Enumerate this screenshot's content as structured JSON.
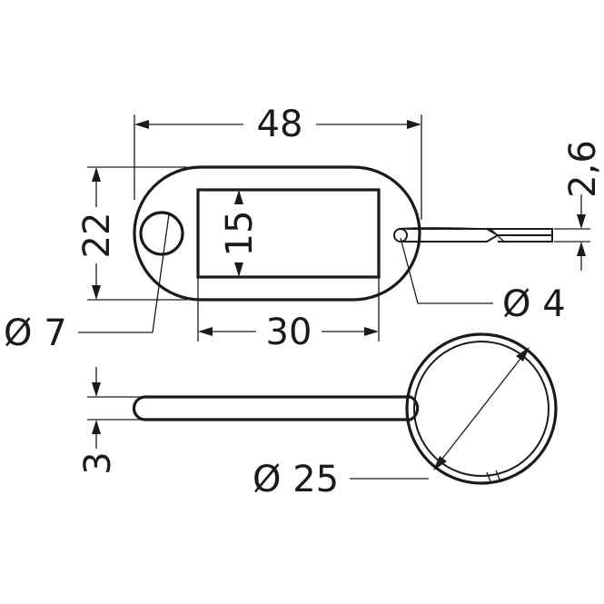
{
  "dimensions": {
    "width_48": "48",
    "height_22": "22",
    "window_15": "15",
    "window_30": "30",
    "hole_7": "Ø 7",
    "wire_4": "Ø 4",
    "thickness_2_6": "2,6",
    "stem_3": "3",
    "ring_25": "Ø 25"
  },
  "colors": {
    "line": "#1a1a1a",
    "background": "#ffffff"
  }
}
